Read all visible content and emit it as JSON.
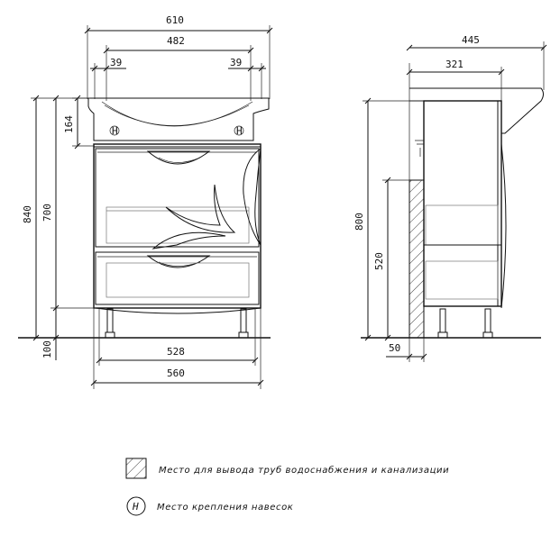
{
  "dimensions": {
    "overall_width": "610",
    "inner_width": "482",
    "offset_left": "39",
    "offset_right": "39",
    "top_height": "164",
    "overall_height": "840",
    "body_height": "700",
    "leg_height": "100",
    "bottom_inner": "528",
    "bottom_outer": "560",
    "side_depth": "445",
    "side_depth_inner": "321",
    "side_height": "800",
    "pipe_height": "520",
    "wall_offset": "50"
  },
  "markers": {
    "hanger_symbol": "H"
  },
  "legend": {
    "pipe_area": "Место для вывода труб водоснабжения и канализации",
    "hanger": "Место крепления навесок"
  }
}
